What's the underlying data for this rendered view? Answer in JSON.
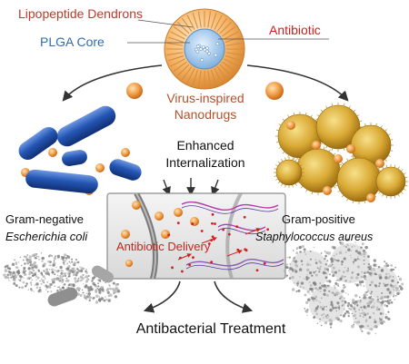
{
  "labels": {
    "lipopeptide": "Lipopeptide Dendrons",
    "plga": "PLGA Core",
    "antibiotic": "Antibiotic",
    "nanodrug_line1": "Virus-inspired",
    "nanodrug_line2": "Nanodrugs",
    "enhanced_line1": "Enhanced",
    "enhanced_line2": "Internalization",
    "gram_negative": "Gram-negative",
    "ecoli": "Escherichia coli",
    "gram_positive": "Gram-positive",
    "saureus": "Staphylococcus aureus",
    "delivery": "Antibiotic Delivery",
    "treatment": "Antibacterial Treatment"
  },
  "colors": {
    "lipopeptide_text": "#c0392b",
    "plga_text": "#2f6fb0",
    "antibiotic_text": "#d02020",
    "nanodrug_text": "#b5502a",
    "delivery_text": "#d02020",
    "rod_bacteria": "#1f4fa8",
    "coccus_bacteria": "#d8a52a",
    "nanoparticle": "#ee9a3a"
  }
}
